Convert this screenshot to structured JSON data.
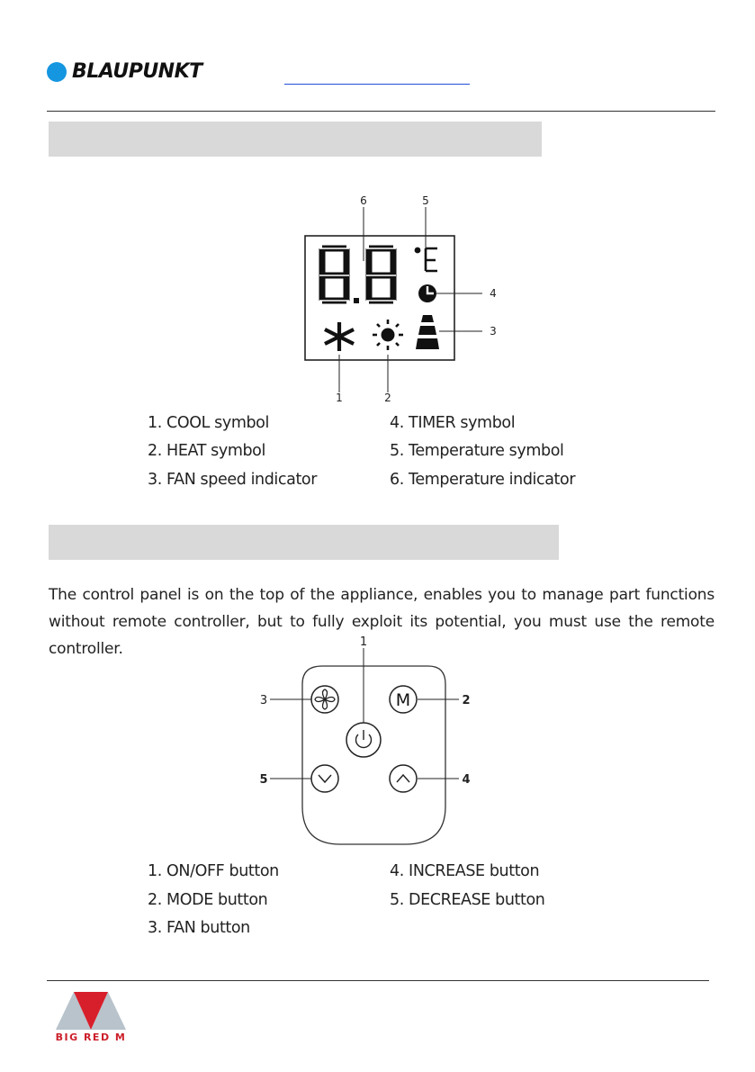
{
  "header": {
    "brand": "BLAUPUNKT",
    "brand_color": "#1596e0"
  },
  "display_diagram": {
    "callouts": [
      "1",
      "2",
      "3",
      "4",
      "5",
      "6"
    ],
    "legend": {
      "col1": [
        "1. COOL symbol",
        "2. HEAT symbol",
        "3. FAN speed indicator"
      ],
      "col2": [
        "4. TIMER symbol",
        "5. Temperature symbol",
        "6. Temperature indicator"
      ]
    }
  },
  "control_panel": {
    "paragraph": "The control panel is on the top of the appliance, enables you to manage part functions without remote controller, but to fully exploit its potential, you must use the remote controller.",
    "callouts": [
      "1",
      "2",
      "3",
      "4",
      "5"
    ],
    "mode_button_glyph": "M",
    "legend": {
      "col1": [
        "1. ON/OFF button",
        "2. MODE button",
        "3. FAN button"
      ],
      "col2": [
        "4. INCREASE button",
        "5. DECREASE button"
      ]
    }
  },
  "footer": {
    "logo_text": "BIG RED M",
    "logo_color": "#d71f2b",
    "logo_shade": "#b8c3cc"
  }
}
